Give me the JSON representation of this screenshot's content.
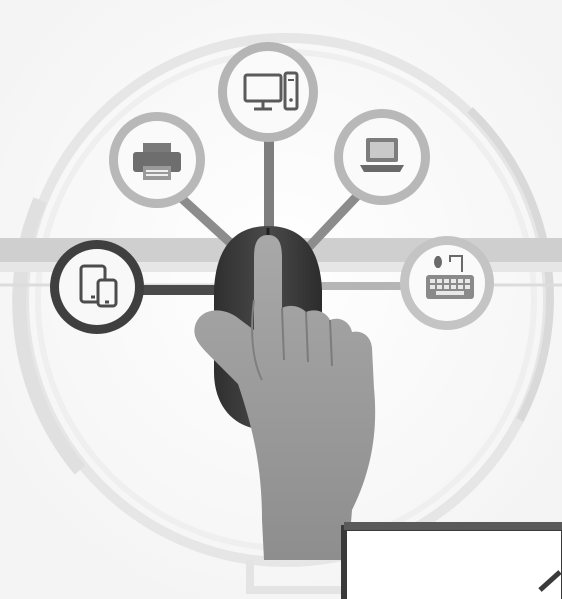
{
  "illustration": {
    "theme": "device-connectivity",
    "devices": [
      {
        "id": "tablet-phone",
        "icon": "tablet-phone-icon",
        "ring": "dark"
      },
      {
        "id": "printer",
        "icon": "printer-icon",
        "ring": "light"
      },
      {
        "id": "desktop",
        "icon": "desktop-computer-icon",
        "ring": "light"
      },
      {
        "id": "laptop",
        "icon": "laptop-icon",
        "ring": "light"
      },
      {
        "id": "keyboard",
        "icon": "keyboard-icon",
        "ring": "light"
      }
    ],
    "center": {
      "icon": "mouse-icon",
      "hand": "hand-pointer-icon"
    },
    "colors": {
      "ring_light": "#bdbdbd",
      "ring_dark": "#3f3f3f",
      "mouse": "#3a3a3a",
      "hand": "#9a9a9a",
      "band": "#c8c8c8",
      "arc": "#e2e2e2",
      "icon": "#555555"
    }
  }
}
